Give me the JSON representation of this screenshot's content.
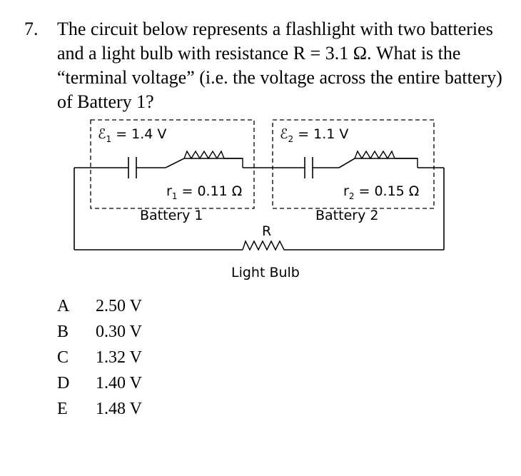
{
  "question": {
    "number": "7.",
    "text": "The circuit below represents a flashlight with two batteries and a light bulb with resistance R = 3.1 Ω. What is the “terminal voltage” (i.e. the voltage across the entire battery) of Battery 1?"
  },
  "circuit": {
    "battery1": {
      "emf_symbol": "ℰ",
      "emf_sub": "1",
      "emf_value": " = 1.4 V",
      "r_symbol": "r",
      "r_sub": "1",
      "r_value": " = 0.11 Ω",
      "label": "Battery 1"
    },
    "battery2": {
      "emf_symbol": "ℰ",
      "emf_sub": "2",
      "emf_value": " = 1.1 V",
      "r_symbol": "r",
      "r_sub": "2",
      "r_value": " = 0.15 Ω",
      "label": "Battery 2"
    },
    "bulb": {
      "r_label": "R",
      "label": "Light Bulb"
    }
  },
  "options": [
    {
      "letter": "A",
      "value": "2.50 V"
    },
    {
      "letter": "B",
      "value": "0.30 V"
    },
    {
      "letter": "C",
      "value": "1.32 V"
    },
    {
      "letter": "D",
      "value": "1.40 V"
    },
    {
      "letter": "E",
      "value": "1.48 V"
    }
  ]
}
